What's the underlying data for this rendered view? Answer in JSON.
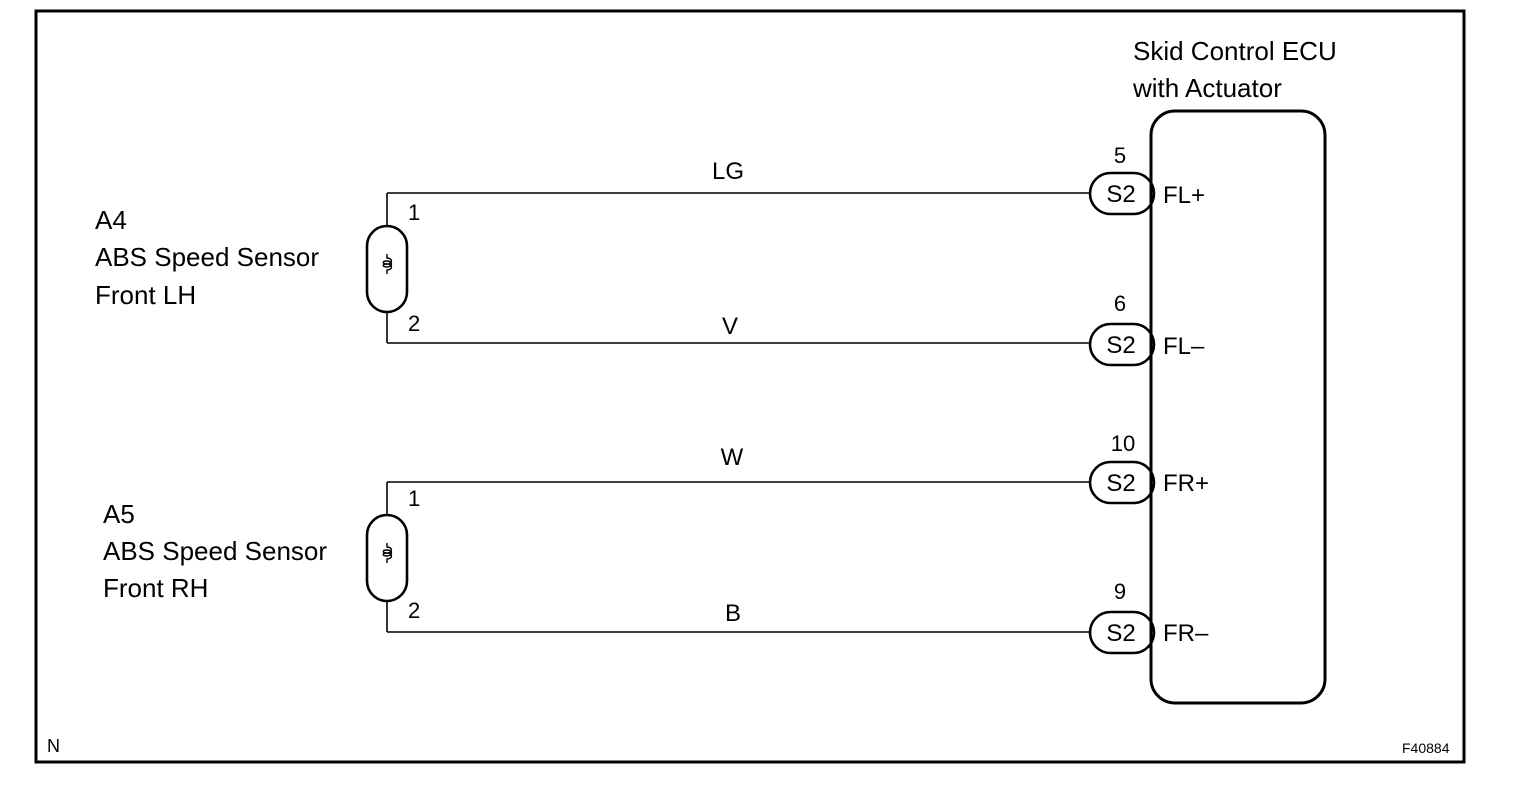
{
  "ecu": {
    "title_line1": "Skid Control ECU",
    "title_line2": "with Actuator"
  },
  "sensors": [
    {
      "code": "A4",
      "name": "ABS Speed Sensor",
      "position": "Front LH",
      "pin_top": "1",
      "pin_bottom": "2"
    },
    {
      "code": "A5",
      "name": "ABS Speed Sensor",
      "position": "Front RH",
      "pin_top": "1",
      "pin_bottom": "2"
    }
  ],
  "wires": [
    {
      "color": "LG",
      "pin": "5",
      "connector": "S2",
      "terminal": "FL+"
    },
    {
      "color": "V",
      "pin": "6",
      "connector": "S2",
      "terminal": "FL–"
    },
    {
      "color": "W",
      "pin": "10",
      "connector": "S2",
      "terminal": "FR+"
    },
    {
      "color": "B",
      "pin": "9",
      "connector": "S2",
      "terminal": "FR–"
    }
  ],
  "footer": {
    "left": "N",
    "right": "F40884"
  },
  "colors": {
    "line": "#000000",
    "background": "#ffffff"
  }
}
